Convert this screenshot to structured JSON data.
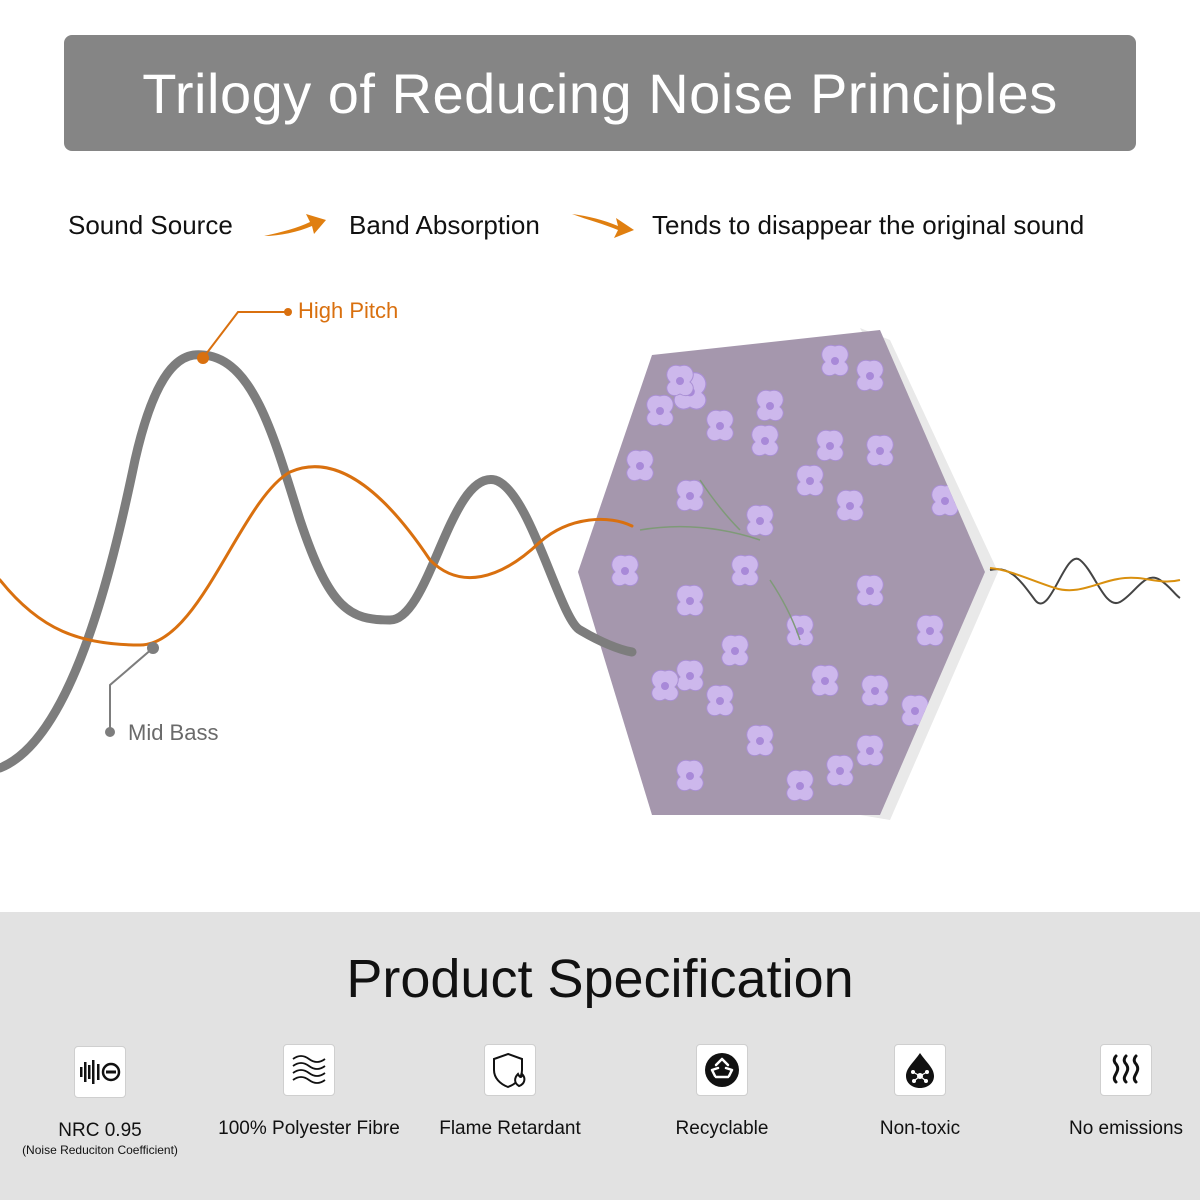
{
  "header": {
    "title": "Trilogy of Reducing Noise Principles"
  },
  "flow": {
    "steps": [
      "Sound Source",
      "Band Absorption",
      "Tends to disappear the original sound"
    ]
  },
  "diagram": {
    "labels": {
      "high_pitch": "High Pitch",
      "mid_bass": "Mid Bass"
    },
    "colors": {
      "high_pitch": "#d9700f",
      "mid_bass": "#7d7d7d",
      "panel": "#a597ad",
      "flower": "#c9b3e8"
    }
  },
  "spec": {
    "title": "Product Specification",
    "items": [
      {
        "label": "NRC 0.95",
        "sub": "(Noise Reduciton Coefficient)",
        "icon": "sound-bars-icon"
      },
      {
        "label": "100% Polyester Fibre",
        "sub": "",
        "icon": "fibre-waves-icon"
      },
      {
        "label": "Flame Retardant",
        "sub": "",
        "icon": "shield-flame-icon"
      },
      {
        "label": "Recyclable",
        "sub": "",
        "icon": "recycle-icon"
      },
      {
        "label": "Non-toxic",
        "sub": "",
        "icon": "molecule-drop-icon"
      },
      {
        "label": "No emissions",
        "sub": "",
        "icon": "heat-waves-icon"
      }
    ]
  },
  "colors": {
    "title_bar": "#858585",
    "spec_bg": "#e2e2e2",
    "accent": "#e07f10"
  }
}
